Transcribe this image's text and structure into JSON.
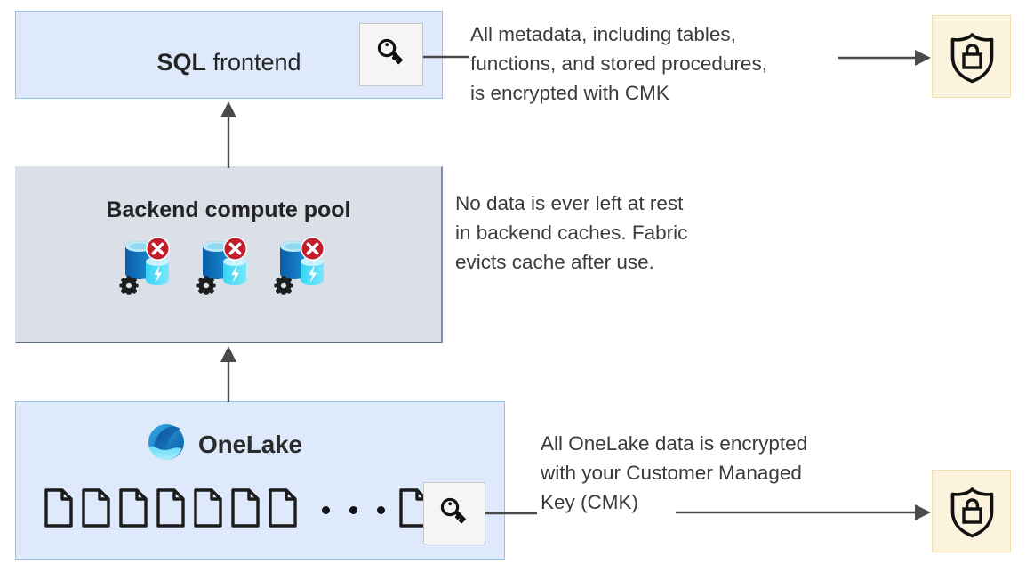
{
  "diagram": {
    "title": "Microsoft Fabric Customer Managed Key (CMK) encryption flow",
    "colors": {
      "box_blue_fill": "#deeafb",
      "box_blue_border": "#8ec5ea",
      "box_gray_fill": "#dbdfe7",
      "box_gray_border": "#7d8bae",
      "box_cream_fill": "#fcf3dc",
      "box_cream_border": "#f0dfae",
      "chip_fill": "#f6f5f4",
      "chip_border": "#c6c6c6",
      "connector": "#4a4a4a",
      "text": "#242424",
      "badge_red": "#c0232c",
      "cylinder_dark_blue": "#0d6abf",
      "cylinder_light_blue": "#50e6ff",
      "gear_black": "#1a1a1a",
      "onelake_navy": "#104e8b",
      "onelake_cyan": "#7fe4fb"
    }
  },
  "nodes": {
    "sql_frontend": {
      "label_strong": "SQL",
      "label_rest": " frontend",
      "key_chip_icon": "key-icon"
    },
    "backend_pool": {
      "label": "Backend compute pool",
      "compute_nodes": [
        {
          "icon": "database-cache-disabled-icon",
          "badge": "red-x-badge"
        },
        {
          "icon": "database-cache-disabled-icon",
          "badge": "red-x-badge"
        },
        {
          "icon": "database-cache-disabled-icon",
          "badge": "red-x-badge"
        }
      ]
    },
    "onelake": {
      "logo_icon": "onelake-logo-icon",
      "label": "OneLake",
      "files_before_ellipsis": 7,
      "ellipsis_dots": 3,
      "files_after_ellipsis": 1,
      "file_icon": "file-icon",
      "key_chip_icon": "key-icon"
    },
    "vault_top": {
      "icon": "shield-lock-icon"
    },
    "vault_bottom": {
      "icon": "shield-lock-icon"
    }
  },
  "annotations": {
    "metadata_note": "All metadata, including tables,\nfunctions, and stored procedures,\nis encrypted with CMK",
    "cache_note": "No data is ever left at rest\nin backend caches. Fabric\nevicts cache after use.",
    "onelake_note": "All OneLake data is encrypted\nwith your Customer Managed\nKey (CMK)"
  },
  "connectors": [
    {
      "name": "onelake-to-backend-arrow",
      "direction": "up"
    },
    {
      "name": "backend-to-sql-arrow",
      "direction": "up"
    },
    {
      "name": "sql-key-to-vault-arrow",
      "direction": "right"
    },
    {
      "name": "onelake-key-to-vault-arrow",
      "direction": "right"
    }
  ]
}
